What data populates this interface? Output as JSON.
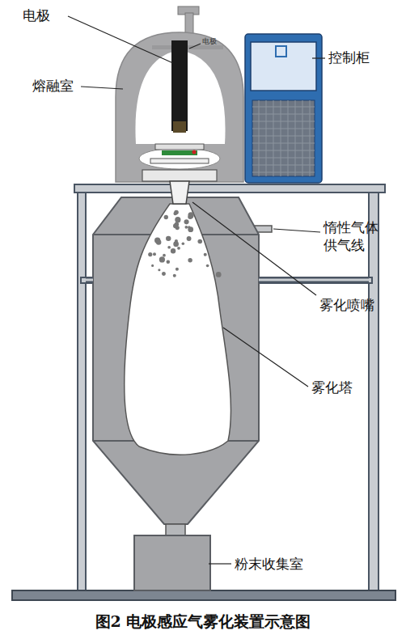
{
  "diagram": {
    "caption": "图2 电极感应气雾化装置示意图",
    "labels": [
      "电极",
      "电极",
      "熔融室",
      "控制柜",
      "惰性气体 供气线",
      "雾化喷嘴",
      "雾化塔",
      "粉末收集室"
    ]
  }
}
